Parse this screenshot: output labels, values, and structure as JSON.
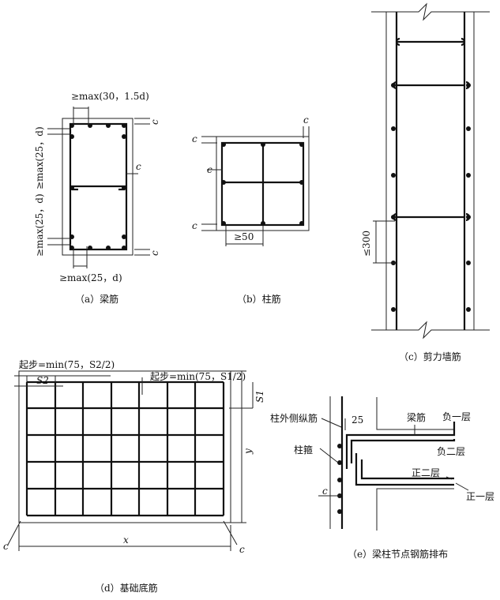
{
  "a": {
    "top_spacing": "≥max(30，1.5d)",
    "side_spacing_top": "≥max(25，d)",
    "side_spacing_bottom": "≥max(25，d)",
    "bottom_spacing": "≥max(25，d)",
    "cover": "c",
    "caption": "（a）梁筋"
  },
  "b": {
    "cover": "c",
    "spacing": "≥50",
    "caption": "（b）柱筋"
  },
  "c": {
    "spacing": "≤300",
    "caption": "（c）剪力墙筋"
  },
  "d": {
    "start_x": "起步=min(75，S2/2)",
    "start_y": "起步=min(75，S1/2)",
    "s1": "S1",
    "s2": "S2",
    "x": "x",
    "y": "y",
    "cover": "c",
    "caption": "（d）基础底筋"
  },
  "e": {
    "column_long_bar": "柱外侧纵筋",
    "stirrup": "柱箍",
    "distance": "25",
    "beam_bar": "梁筋",
    "neg1": "负一层",
    "neg2": "负二层",
    "pos2": "正二层",
    "pos1": "正一层",
    "cover": "c",
    "caption": "（e）梁柱节点钢筋排布"
  }
}
